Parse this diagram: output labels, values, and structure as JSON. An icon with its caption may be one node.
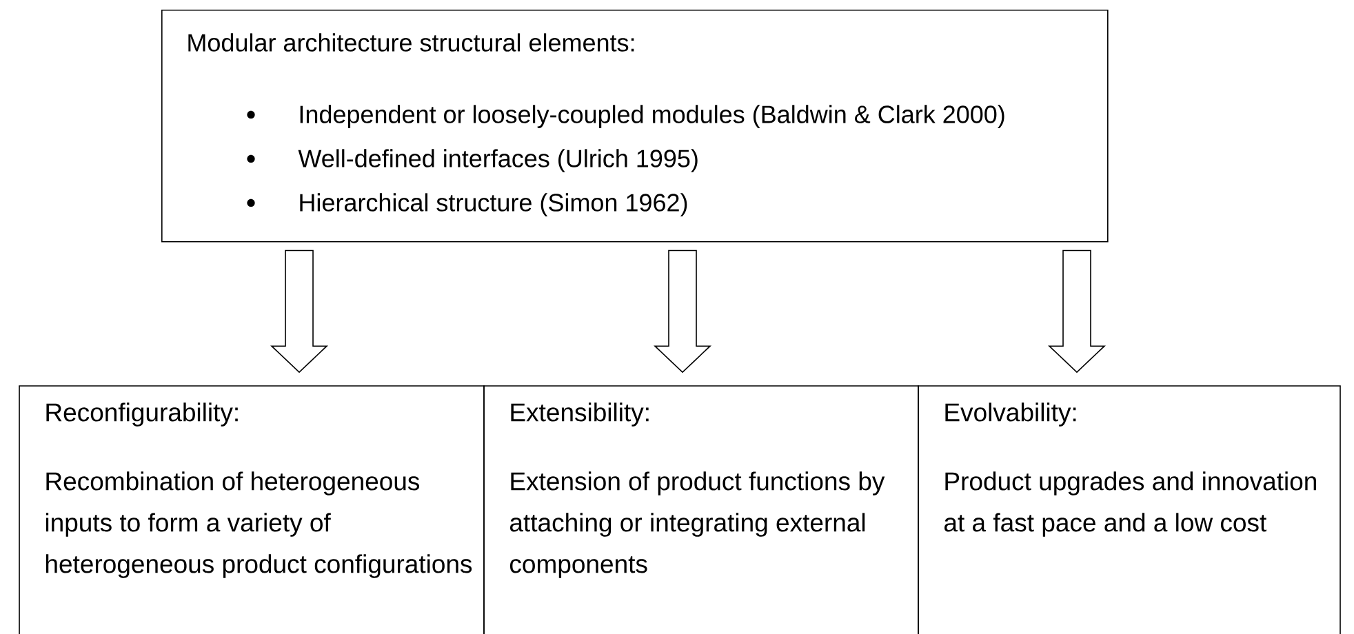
{
  "diagram": {
    "nodes": [
      {
        "text": [
          "Modular architecture structural elements:",
          "Independent or loosely-coupled modules (Baldwin & Clark 2000)",
          "Well-defined interfaces (Ulrich 1995)",
          "Hierarchical structure (Simon 1962)"
        ]
      },
      {
        "text": [
          "Reconfigurability:",
          "Recombination of heterogeneous inputs to form a variety of heterogeneous product configurations"
        ]
      },
      {
        "text": [
          "Extensibility:",
          "Extension of product functions by attaching or integrating external components"
        ]
      },
      {
        "text": [
          "Evolvability:",
          "Product upgrades and innovation at a fast pace and a low cost"
        ]
      }
    ],
    "edges": [
      {
        "from": 0,
        "to": 1,
        "arrow": "to"
      },
      {
        "from": 0,
        "to": 2,
        "arrow": "to"
      },
      {
        "from": 0,
        "to": 3,
        "arrow": "to"
      }
    ]
  }
}
